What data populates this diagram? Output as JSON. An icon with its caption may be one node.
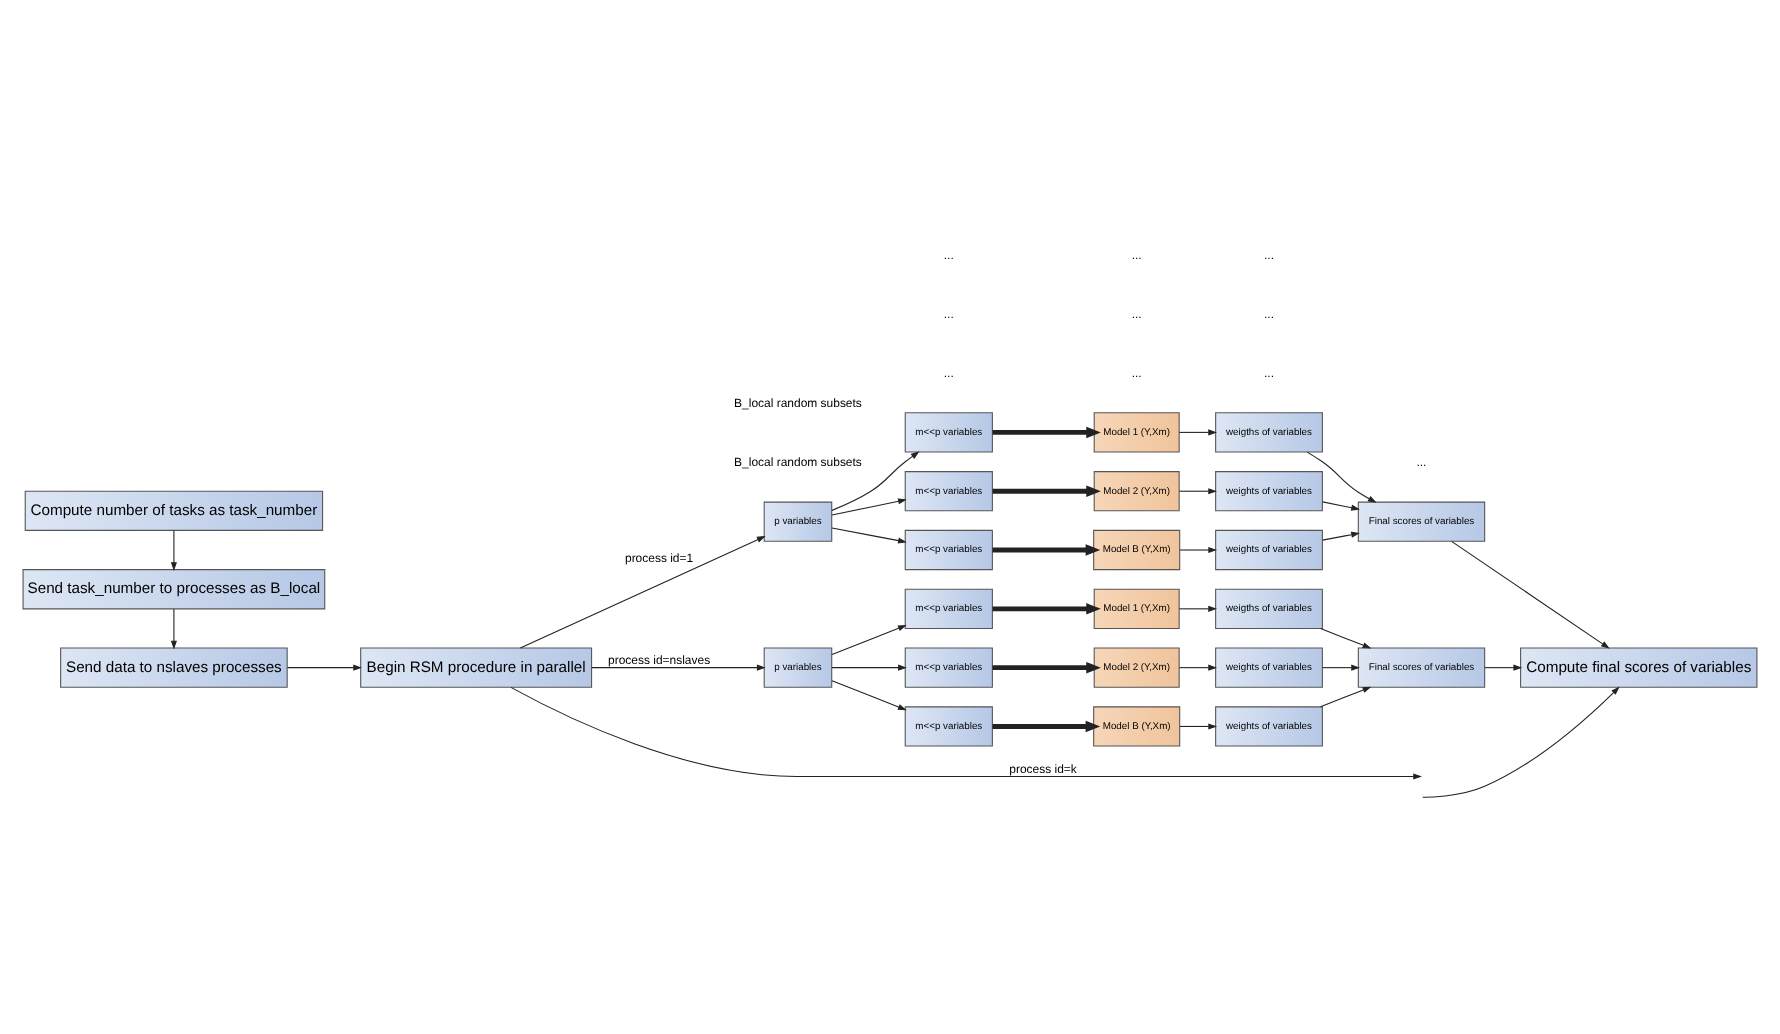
{
  "diagram": {
    "nodes": [
      {
        "text": [
          "Compute number of tasks as task_number"
        ]
      },
      {
        "text": [
          "Send task_number to processes as B_local"
        ]
      },
      {
        "text": [
          "Send data to nslaves processes"
        ]
      },
      {
        "text": [
          "Begin RSM procedure in parallel"
        ]
      },
      {
        "text": [
          "Compute final scores of variables"
        ]
      },
      {
        "text": [
          "p variables"
        ]
      },
      {
        "text": [
          "m<<p variables"
        ]
      },
      {
        "text": [
          "Model 1 (Y,Xm)"
        ]
      },
      {
        "text": [
          "weigths of variables"
        ]
      },
      {
        "text": [
          "m<<p variables"
        ]
      },
      {
        "text": [
          "Model 2 (Y,Xm)"
        ]
      },
      {
        "text": [
          "weights of variables"
        ]
      },
      {
        "text": [
          "m<<p variables"
        ]
      },
      {
        "text": [
          "Model B (Y,Xm)"
        ]
      },
      {
        "text": [
          "weights of variables"
        ]
      },
      {
        "text": [
          "Final scores of variables"
        ]
      },
      {
        "text": [
          "p variables"
        ]
      },
      {
        "text": [
          "m<<p variables"
        ]
      },
      {
        "text": [
          "Model 1 (Y,Xm)"
        ]
      },
      {
        "text": [
          "weigths of variables"
        ]
      },
      {
        "text": [
          "m<<p variables"
        ]
      },
      {
        "text": [
          "Model 2 (Y,Xm)"
        ]
      },
      {
        "text": [
          "weights of variables"
        ]
      },
      {
        "text": [
          "m<<p variables"
        ]
      },
      {
        "text": [
          "Model B (Y,Xm)"
        ]
      },
      {
        "text": [
          "weights of variables"
        ]
      },
      {
        "text": [
          "Final scores of variables"
        ]
      }
    ],
    "edges": [
      {
        "from": 0,
        "to": 1,
        "arrow": "to"
      },
      {
        "from": 1,
        "to": 2,
        "arrow": "to"
      },
      {
        "from": 2,
        "to": 3,
        "arrow": "to"
      },
      {
        "from": 3,
        "to": 5,
        "arrow": "to",
        "label": "process id=1"
      },
      {
        "from": 5,
        "to": 6,
        "arrow": "to"
      },
      {
        "from": 5,
        "to": 9,
        "arrow": "to"
      },
      {
        "from": 5,
        "to": 12,
        "arrow": "to"
      },
      {
        "from": 6,
        "to": 7,
        "arrow": "to",
        "style": "thick"
      },
      {
        "from": 9,
        "to": 10,
        "arrow": "to",
        "style": "thick"
      },
      {
        "from": 12,
        "to": 13,
        "arrow": "to",
        "style": "thick"
      },
      {
        "from": 7,
        "to": 8,
        "arrow": "to"
      },
      {
        "from": 10,
        "to": 11,
        "arrow": "to"
      },
      {
        "from": 13,
        "to": 14,
        "arrow": "to"
      },
      {
        "from": 8,
        "to": 15,
        "arrow": "to"
      },
      {
        "from": 11,
        "to": 15,
        "arrow": "to"
      },
      {
        "from": 14,
        "to": 15,
        "arrow": "to"
      },
      {
        "from": 15,
        "to": 4,
        "arrow": "to"
      },
      {
        "from": 3,
        "to": null,
        "arrow": "to",
        "label": "process id=k"
      },
      {
        "from": null,
        "to": 4,
        "arrow": "to"
      },
      {
        "from": 3,
        "to": 16,
        "arrow": "to",
        "label": "process id=nslaves"
      },
      {
        "from": 16,
        "to": 17,
        "arrow": "to"
      },
      {
        "from": 16,
        "to": 20,
        "arrow": "to"
      },
      {
        "from": 16,
        "to": 23,
        "arrow": "to"
      },
      {
        "from": 17,
        "to": 18,
        "arrow": "to",
        "style": "thick"
      },
      {
        "from": 20,
        "to": 21,
        "arrow": "to",
        "style": "thick"
      },
      {
        "from": 23,
        "to": 24,
        "arrow": "to",
        "style": "thick"
      },
      {
        "from": 18,
        "to": 19,
        "arrow": "to"
      },
      {
        "from": 21,
        "to": 22,
        "arrow": "to"
      },
      {
        "from": 24,
        "to": 25,
        "arrow": "to"
      },
      {
        "from": 19,
        "to": 26,
        "arrow": "to"
      },
      {
        "from": 22,
        "to": 26,
        "arrow": "to"
      },
      {
        "from": 25,
        "to": 26,
        "arrow": "to"
      },
      {
        "from": 26,
        "to": 4,
        "arrow": "to"
      }
    ],
    "labels": [
      "B_local random subsets",
      "...",
      "...",
      "...",
      "...",
      "...",
      "...",
      "...",
      "B_local random subsets",
      "...",
      "...",
      "..."
    ]
  }
}
